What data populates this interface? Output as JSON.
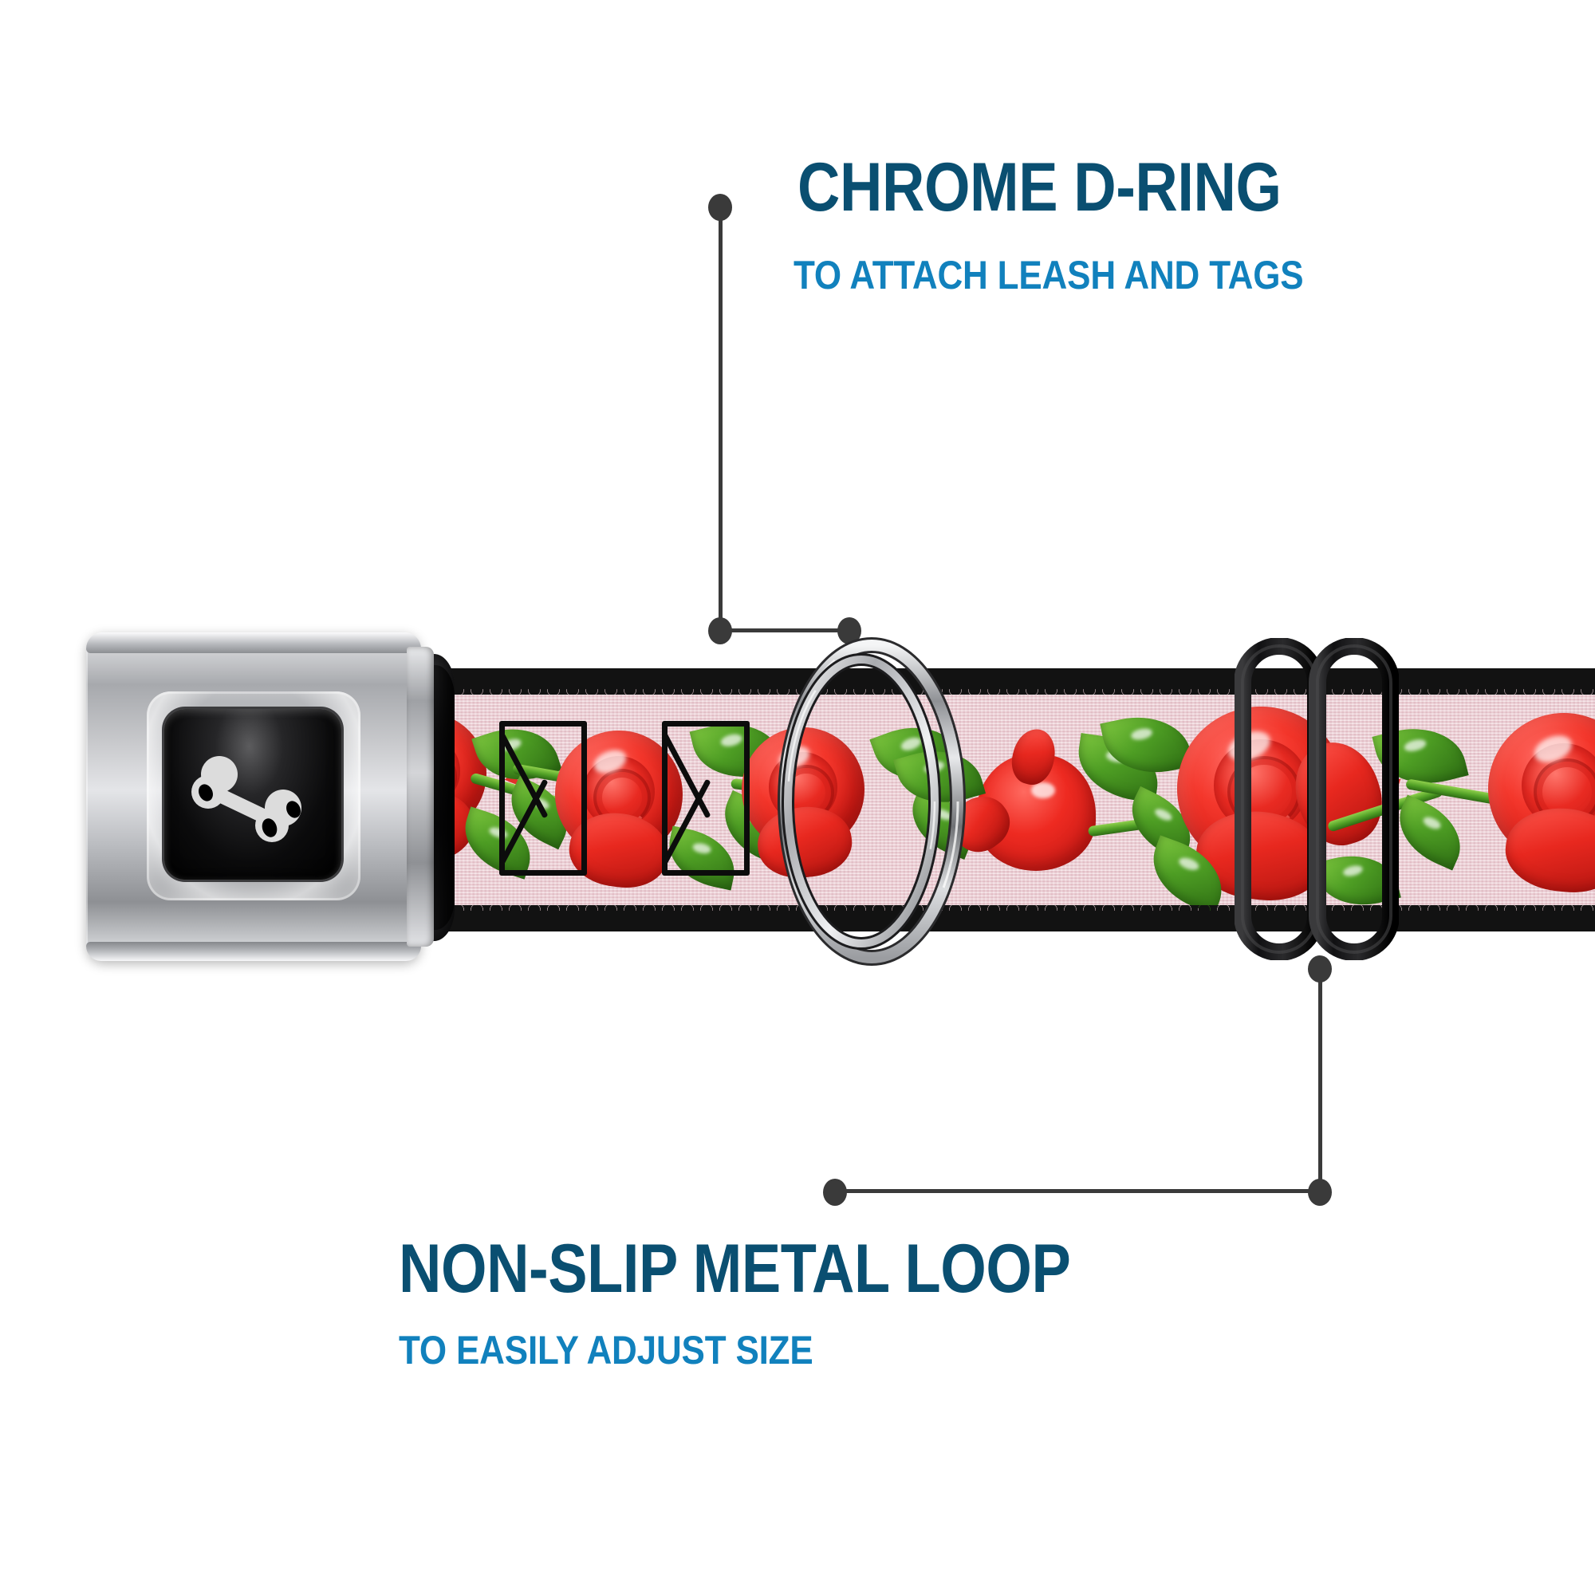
{
  "page": {
    "background_color": "#ffffff",
    "product": "seatbelt buckle dog collar with red roses on pink webbing"
  },
  "colors": {
    "title": "#0a4f71",
    "subtitle": "#1181bd",
    "leader": "#3a3a3a",
    "webbing_pink": "#f0d2d8",
    "stitch_black": "#121212",
    "rose_red": "#e8281f",
    "leaf_green": "#4e9e24",
    "chrome": "#c9cacd",
    "plate_black": "#000000"
  },
  "callouts": [
    {
      "id": "chrome-d-ring",
      "title": "CHROME D-RING",
      "subtitle": "TO ATTACH LEASH AND TAGS",
      "position": "top-right",
      "points_to": "d-ring"
    },
    {
      "id": "non-slip-metal-loop",
      "title": "NON-SLIP METAL LOOP",
      "subtitle": "TO EASILY ADJUST SIZE",
      "position": "bottom-left",
      "points_to": "metal-slide-loop"
    }
  ],
  "hardware": [
    {
      "name": "seatbelt-buckle",
      "finish": "chrome",
      "center_plate": "black",
      "logo": "dog-bone"
    },
    {
      "name": "d-ring",
      "finish": "chrome",
      "style": "double-ring"
    },
    {
      "name": "metal-slide-loop",
      "finish": "black",
      "style": "double-rounded-rectangle"
    }
  ],
  "webbing": {
    "base_color": "#f0d2d8",
    "edge_stitch_color": "#121212",
    "pattern": "red roses, rosebuds and green leaves",
    "bar_tacks": 2
  },
  "icons": {
    "bone": "dog-bone-icon",
    "dring": "d-ring-icon",
    "loop": "slide-loop-icon"
  }
}
